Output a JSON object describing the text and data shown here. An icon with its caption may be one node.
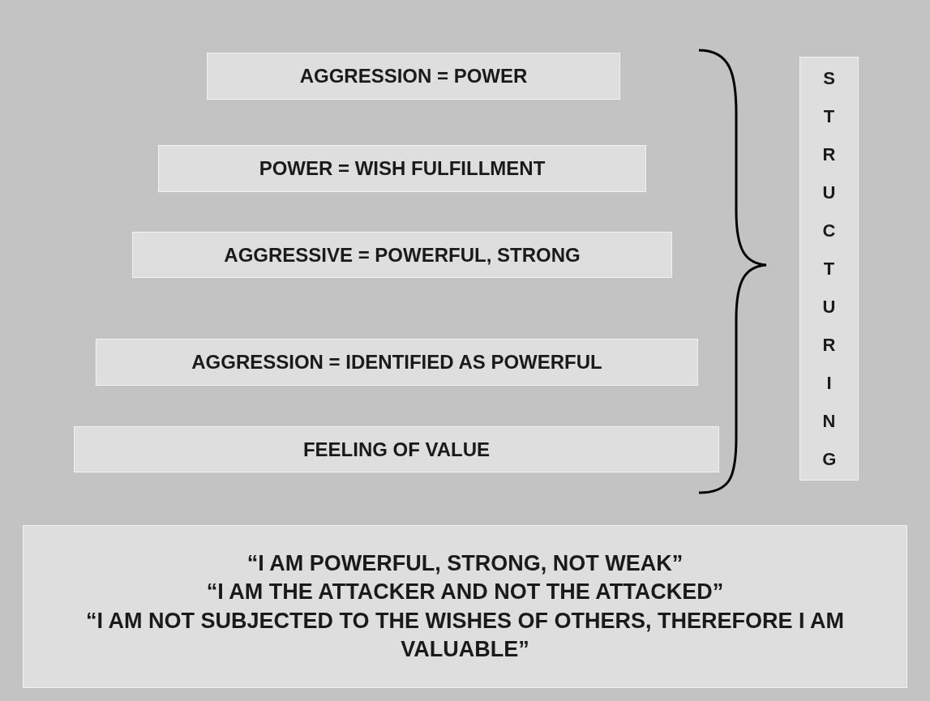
{
  "diagram": {
    "nodes": [
      {
        "text": [
          "AGGRESSION = POWER"
        ]
      },
      {
        "text": [
          "POWER = WISH FULFILLMENT"
        ]
      },
      {
        "text": [
          "AGGRESSIVE = POWERFUL, STRONG"
        ]
      },
      {
        "text": [
          "AGGRESSION = IDENTIFIED AS POWERFUL"
        ]
      },
      {
        "text": [
          "FEELING OF VALUE"
        ]
      },
      {
        "text": [
          "STRUCTURING"
        ]
      },
      {
        "text": [
          "“I AM POWERFUL, STRONG, NOT WEAK”",
          "“I AM THE ATTACKER AND NOT THE ATTACKED”",
          "“I AM NOT SUBJECTED TO THE WISHES OF OTHERS, THEREFORE I AM VALUABLE”"
        ]
      }
    ]
  }
}
